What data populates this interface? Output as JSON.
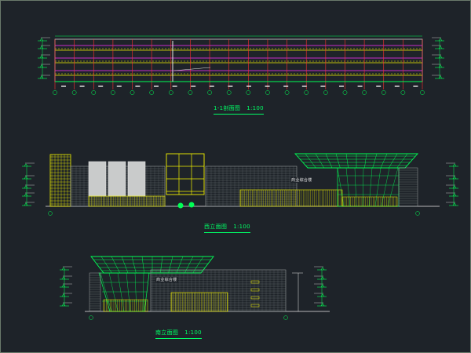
{
  "drawing": {
    "background": "#1e2329",
    "line_colors": {
      "green": "#00ff55",
      "yellow": "#f2f200",
      "white": "#e8e8e8",
      "red": "#ff3030",
      "magenta": "#ff33ff",
      "cyan": "#00e8e8"
    },
    "section": {
      "title": "1-1剖面图",
      "scale": "1:100"
    },
    "west_elevation": {
      "title": "西立面图",
      "scale": "1:100",
      "sign_text": "商业综合楼"
    },
    "south_elevation": {
      "title": "南立面图",
      "scale": "1:100",
      "sign_text": "商业综合楼"
    }
  }
}
